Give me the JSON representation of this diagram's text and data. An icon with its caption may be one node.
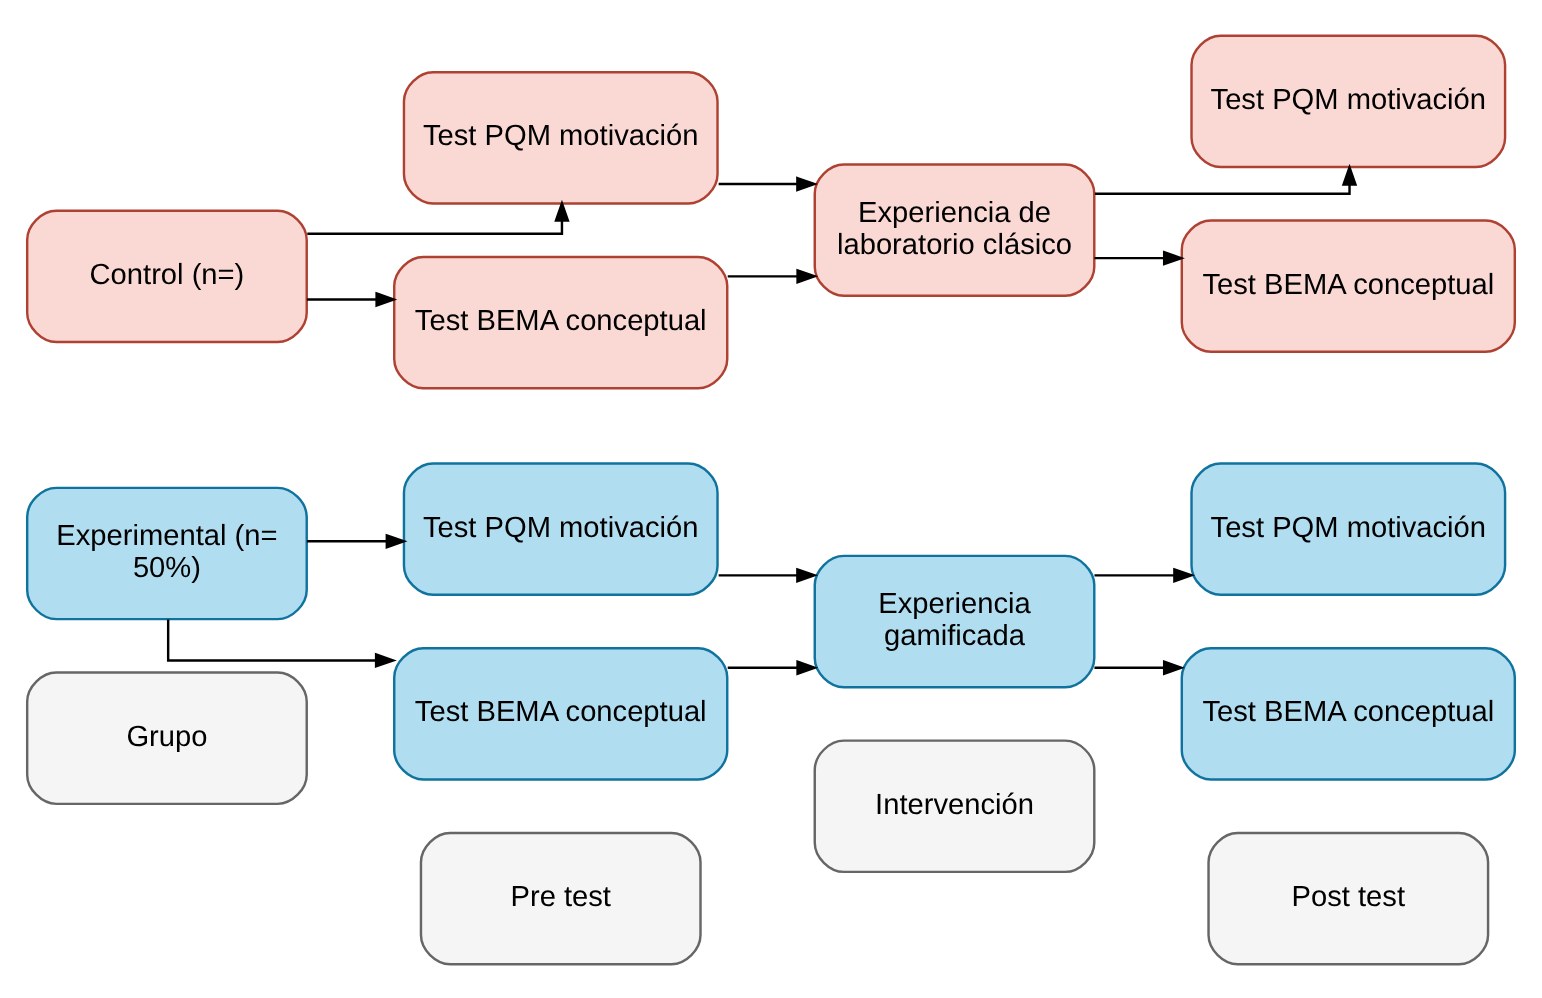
{
  "diagram": {
    "nodes": [
      {
        "text": [
          "Grupo"
        ]
      },
      {
        "text": [
          "Pre test"
        ]
      },
      {
        "text": [
          "Intervención"
        ]
      },
      {
        "text": [
          "Post test"
        ]
      },
      {
        "text": [
          "Experimental (n= 50%)"
        ]
      },
      {
        "text": [
          "Test PQM motivación"
        ]
      },
      {
        "text": [
          "Test BEMA conceptual"
        ]
      },
      {
        "text": [
          "Experiencia gamificada"
        ]
      },
      {
        "text": [
          "Test PQM motivación"
        ]
      },
      {
        "text": [
          "Test BEMA conceptual"
        ]
      },
      {
        "text": [
          "Control (n=)"
        ]
      },
      {
        "text": [
          "Test PQM motivación"
        ]
      },
      {
        "text": [
          "Test BEMA conceptual"
        ]
      },
      {
        "text": [
          "Experiencia de laboratorio clásico"
        ]
      },
      {
        "text": [
          "Test PQM motivación"
        ]
      },
      {
        "text": [
          "Test BEMA conceptual"
        ]
      }
    ],
    "edges": [
      {
        "from": 4,
        "to": 5,
        "arrow": "to"
      },
      {
        "from": 4,
        "to": 6,
        "arrow": "to"
      },
      {
        "from": 5,
        "to": 7,
        "arrow": "to"
      },
      {
        "from": 6,
        "to": 7,
        "arrow": "to"
      },
      {
        "from": 7,
        "to": 8,
        "arrow": "to"
      },
      {
        "from": 7,
        "to": 9,
        "arrow": "to"
      },
      {
        "from": 10,
        "to": 11,
        "arrow": "to"
      },
      {
        "from": 10,
        "to": 12,
        "arrow": "to"
      },
      {
        "from": 11,
        "to": 13,
        "arrow": "to"
      },
      {
        "from": 12,
        "to": 13,
        "arrow": "to"
      },
      {
        "from": 13,
        "to": 14,
        "arrow": "to"
      },
      {
        "from": 13,
        "to": 15,
        "arrow": "to"
      }
    ]
  }
}
